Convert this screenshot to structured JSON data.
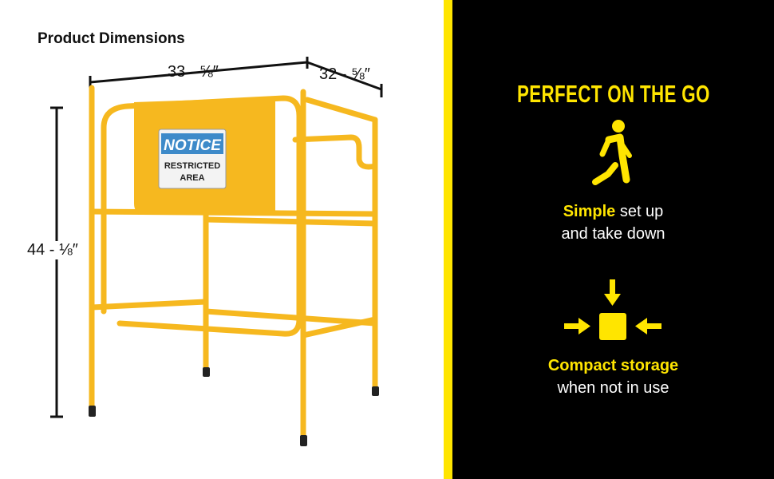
{
  "left": {
    "heading": "Product Dimensions",
    "width_label": "33 - ⅝″",
    "depth_label": "32 - ⅝″",
    "height_label": "44 - ⅛″",
    "sign": {
      "top": "NOTICE",
      "line1": "RESTRICTED",
      "line2": "AREA"
    }
  },
  "right": {
    "title": "PERFECT ON THE GO",
    "feature1": {
      "highlight": "Simple",
      "rest": " set up",
      "line2": "and take down",
      "icon": "walking-person-icon"
    },
    "feature2": {
      "highlight": "Compact storage",
      "line2": "when not in use",
      "icon": "compress-arrows-icon"
    }
  },
  "colors": {
    "accent": "#ffe500",
    "gate": "#f6b81f",
    "background": "#000000"
  }
}
